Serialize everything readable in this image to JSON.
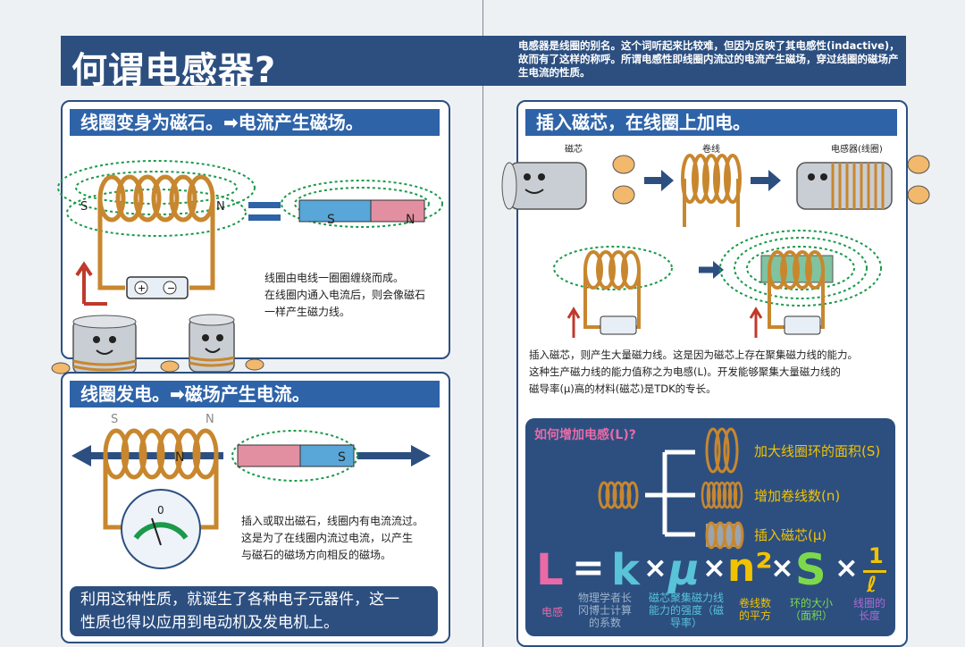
{
  "title": "何谓电感器?",
  "intro": "电感器是线圈的别名。这个词听起来比较难，但因为反映了其电感性(indactive)，故而有了这样的称呼。所谓电感性即线圈内流过的电流产生磁场，穿过线圈的磁场产生电流的性质。",
  "panel1": {
    "title": "线圈变身为磁石。➡电流产生磁场。",
    "desc_line1": "线圈由电线一圈圈缠绕而成。",
    "desc_line2": "在线圈内通入电流后，则会像磁石",
    "desc_line3": "一样产生磁力线。",
    "coil_s": "S",
    "coil_n": "N",
    "magnet_s": "S",
    "magnet_n": "N"
  },
  "panel2": {
    "title": "线圈发电。➡磁场产生电流。",
    "s_label": "S",
    "n_label": "N",
    "magnet_n": "N",
    "magnet_s": "S",
    "meter_zero": "0",
    "desc_line1": "插入或取出磁石，线圈内有电流流过。",
    "desc_line2": "这是为了在线圈内流过电流，以产生",
    "desc_line3": "与磁石的磁场方向相反的磁场。",
    "bottom_line1": "利用这种性质，就诞生了各种电子元器件，这一",
    "bottom_line2": "性质也得以应用到电动机及发电机上。"
  },
  "panel3": {
    "title": "插入磁芯，在线圈上加电。",
    "label_core": "磁芯",
    "label_coil": "卷线",
    "label_inductor": "电感器(线圈)",
    "desc_line1": "插入磁芯，则产生大量磁力线。这是因为磁芯上存在聚集磁力线的能力。",
    "desc_line2": "这种生产磁力线的能力值称之为电感(L)。开发能够聚集大量磁力线的",
    "desc_line3": "磁导率(μ)高的材料(磁芯)是TDK的专长。"
  },
  "increase": {
    "title": "如何增加电感(L)?",
    "opt1": "加大线圈环的面积(S)",
    "opt2": "增加卷线数(n)",
    "opt3": "插入磁芯(μ)"
  },
  "formula": {
    "L": "L",
    "eq": "=",
    "k": "k",
    "x": "×",
    "mu": "μ",
    "n2": "n²",
    "S": "S",
    "one": "1",
    "l": "ℓ",
    "lab_L": "电感",
    "lab_k": "物理学者长冈博士计算的系数",
    "lab_mu": "磁芯聚集磁力线能力的强度（磁导率）",
    "lab_n": "卷线数的平方",
    "lab_S": "环的大小（面积）",
    "lab_l": "线圈的长度"
  },
  "colors": {
    "navy": "#2c4f80",
    "blue": "#2e63a8",
    "green": "#1a9a4a",
    "copper": "#c8872e",
    "pink": "#e96aa6",
    "cyan": "#59c3d8",
    "yellow": "#f2c200",
    "lime": "#7dd94a",
    "purple": "#b06ad0",
    "red": "#c0392b"
  }
}
